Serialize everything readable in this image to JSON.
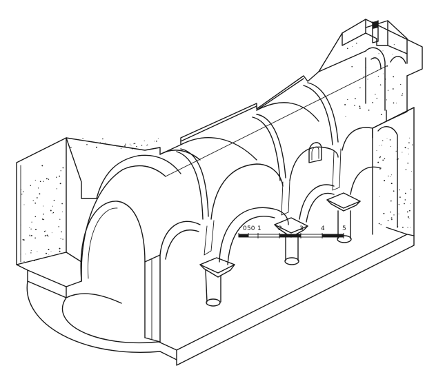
{
  "figure": {
    "subject": "isometric-sectional-drawing",
    "ink_color": "#1a1a1a",
    "paper_color": "#ffffff"
  },
  "scale_bar": {
    "labels": [
      "0",
      "50",
      "1",
      "2",
      "3",
      "4",
      "5"
    ]
  }
}
